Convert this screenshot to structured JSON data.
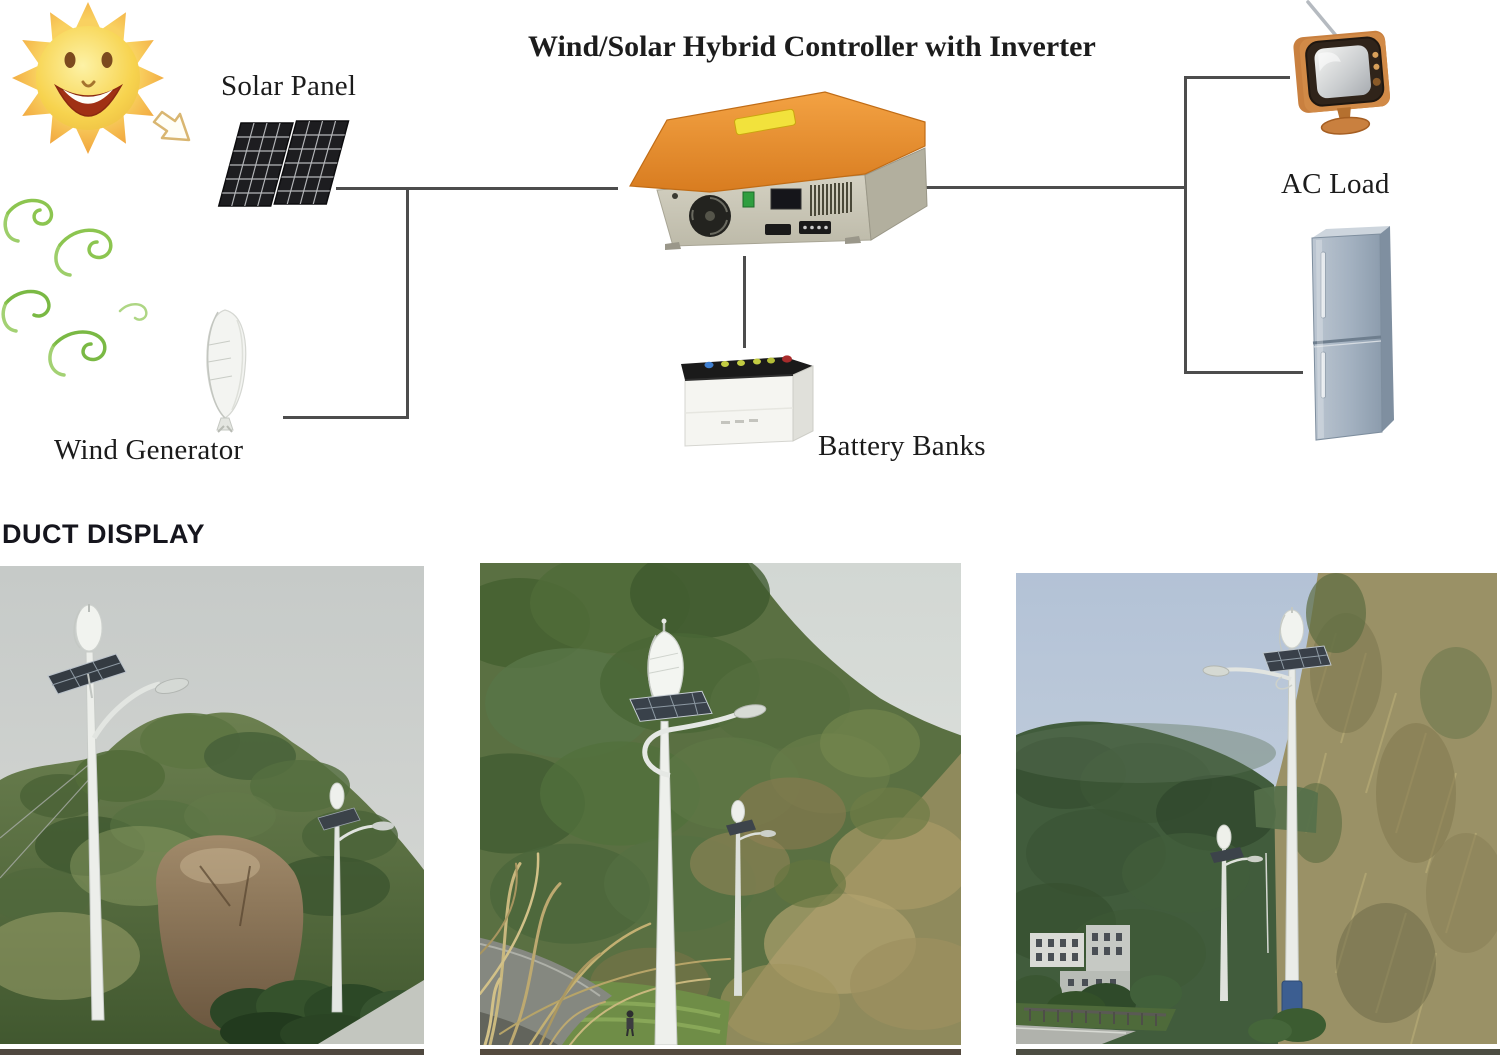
{
  "diagram": {
    "title": "Wind/Solar Hybrid Controller with Inverter",
    "labels": {
      "solar_panel": "Solar Panel",
      "wind_generator": "Wind Generator",
      "battery_banks": "Battery Banks",
      "ac_load": "AC Load"
    },
    "icons": {
      "sun": "smiling-sun-icon",
      "sun_arrow": "sunlight-arrow-icon",
      "wind_gusts": "wind-gust-swirls-icon",
      "solar_panels": "solar-panel-pair-icon",
      "wind_turbine": "vertical-axis-wind-turbine-icon",
      "controller": "hybrid-controller-inverter-icon",
      "battery": "battery-bank-icon",
      "tv": "television-icon",
      "fridge": "refrigerator-icon"
    },
    "connector_color": "#4d4d4d"
  },
  "display": {
    "heading": "DUCT DISPLAY",
    "photos": [
      {
        "name": "street-light-hillside-photo"
      },
      {
        "name": "street-light-mountain-road-photo"
      },
      {
        "name": "street-light-valley-road-photo"
      }
    ]
  },
  "colors": {
    "sun_core": "#f7d34e",
    "sun_rays": "#f19f3c",
    "wind_green": "#8cc550",
    "controller_top": "#e8882f",
    "controller_body": "#cbc8b8",
    "tv_orange": "#d08747",
    "fridge_silver": "#a3b1c0",
    "photo1_sky": "#cbcfcc",
    "photo3_sky": "#b6c4d6",
    "text_dark": "#1b1b1b"
  }
}
